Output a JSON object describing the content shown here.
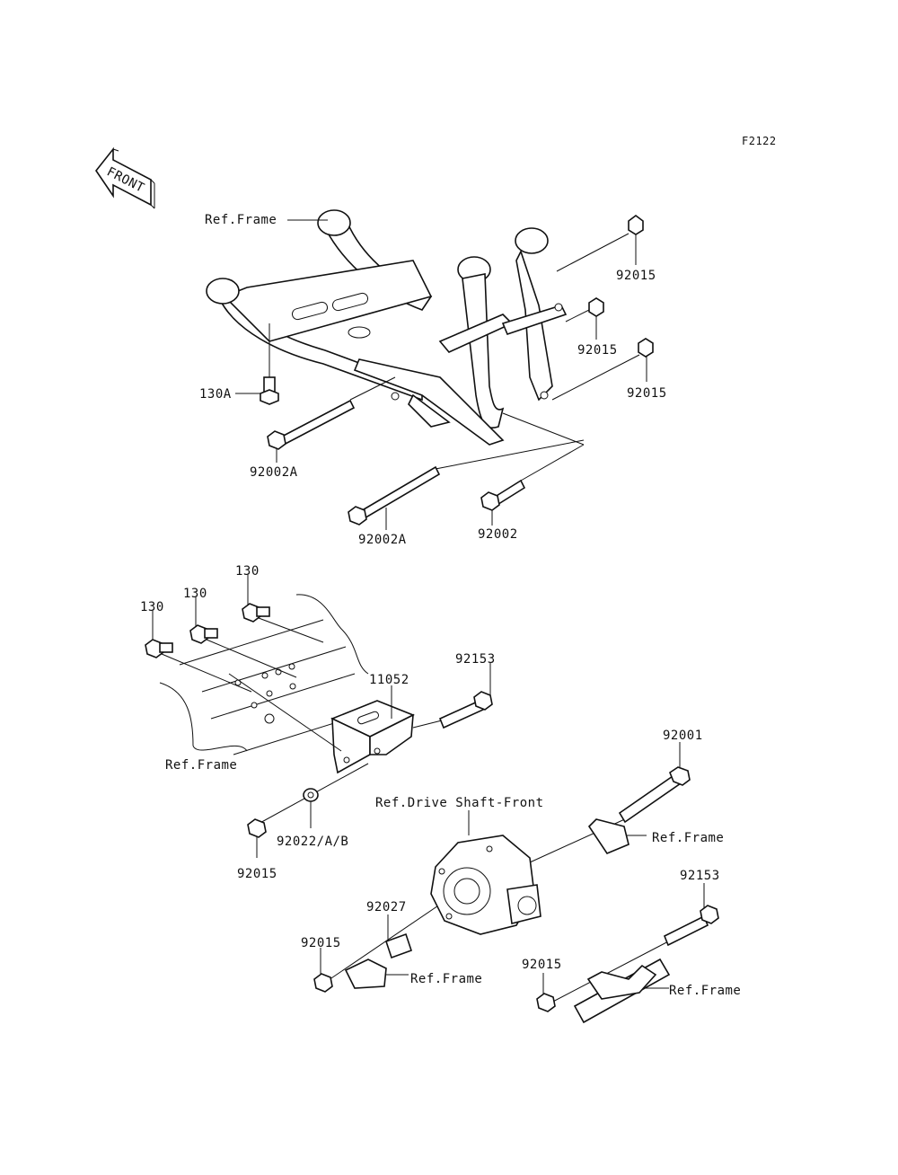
{
  "diagram_code": "F2122",
  "front_arrow_text": "FRONT",
  "labels": {
    "ref_frame_top": "Ref.Frame",
    "p92015_a": "92015",
    "p92015_b": "92015",
    "p92015_c": "92015",
    "p130A": "130A",
    "p92002A_a": "92002A",
    "p92002A_b": "92002A",
    "p92002": "92002",
    "p130_a": "130",
    "p130_b": "130",
    "p130_c": "130",
    "p92153_a": "92153",
    "p11052": "11052",
    "ref_frame_left": "Ref.Frame",
    "p92001": "92001",
    "ref_drive_shaft": "Ref.Drive Shaft-Front",
    "ref_frame_right": "Ref.Frame",
    "p92022": "92022/A/B",
    "p92015_d": "92015",
    "p92027": "92027",
    "p92015_e": "92015",
    "ref_frame_bottom": "Ref.Frame",
    "p92153_b": "92153",
    "p92015_f": "92015",
    "ref_frame_br": "Ref.Frame"
  }
}
